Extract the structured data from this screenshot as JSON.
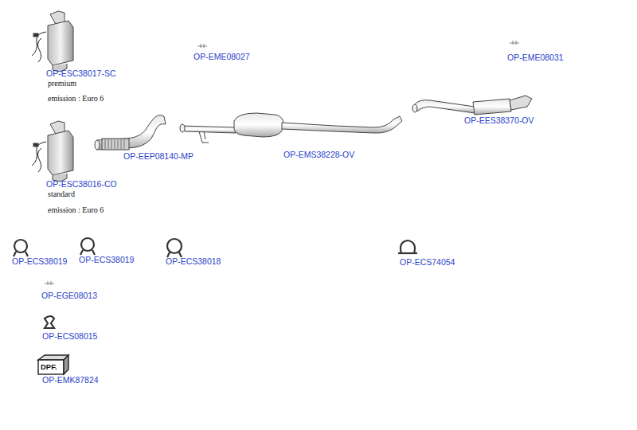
{
  "diagram": {
    "labels": [
      "OP-ESC38017-SC",
      "premium",
      "emission : Euro 6",
      "OP-EME08027",
      "OP-EME08031",
      "OP-EEP08140-MP",
      "OP-EMS38228-OV",
      "OP-EES38370-OV",
      "OP-ESC38016-CO",
      "standard",
      "emission : Euro 6",
      "OP-ECS38019",
      "OP-ECS38019",
      "OP-ECS38018",
      "OP-ECS74054",
      "OP-EGE08013",
      "OP-ECS08015",
      "DPF.",
      "OP-EMK87824"
    ]
  }
}
